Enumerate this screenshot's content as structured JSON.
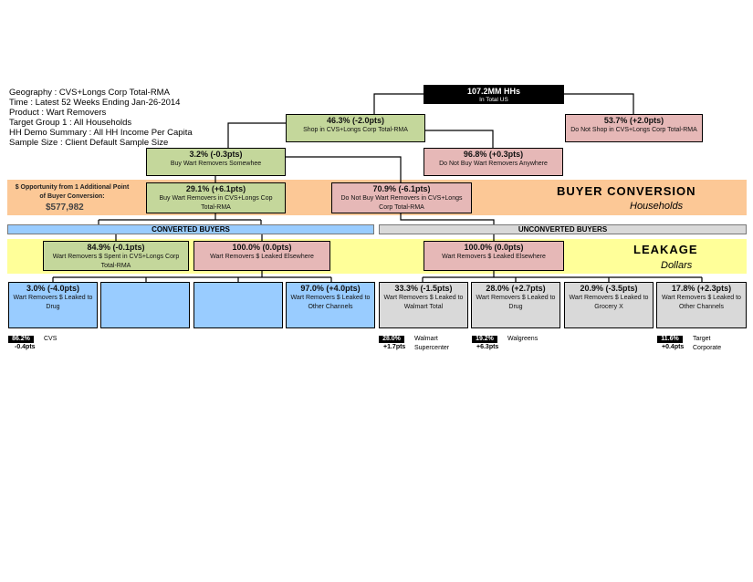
{
  "info": {
    "lines": [
      "Geography : CVS+Longs Corp Total-RMA",
      "Time : Latest 52 Weeks Ending Jan-26-2014",
      "Product : Wart Removers",
      "Target Group 1 : All Households",
      "HH Demo Summary : All HH Income Per Capita",
      "Sample Size : Client Default Sample Size"
    ]
  },
  "tree": {
    "total": {
      "value": "107.2MM HHs",
      "label": "In Total US"
    },
    "shop": {
      "value": "46.3% (-2.0pts)",
      "label": "Shop in CVS+Longs Corp Total-RMA"
    },
    "noshop": {
      "value": "53.7% (+2.0pts)",
      "label": "Do Not Shop in CVS+Longs Corp Total-RMA"
    },
    "buy": {
      "value": "3.2% (-0.3pts)",
      "label": "Buy Wart Removers Somewhee"
    },
    "nobuy": {
      "value": "96.8% (+0.3pts)",
      "label": "Do Not Buy Wart Removers Anywhere"
    },
    "buyret": {
      "value": "29.1% (+6.1pts)",
      "label": "Buy Wart Removers in CVS+Longs Cop Total-RMA"
    },
    "nobuyret": {
      "value": "70.9% (-6.1pts)",
      "label": "Do Not Buy Wart Removers in CVS+Longs Corp Total-RMA"
    }
  },
  "opportunity": {
    "label": "$ Opportunity from 1 Additional Point of Buyer Conversion:",
    "value": "$577,982"
  },
  "buyer_conversion": {
    "title": "BUYER CONVERSION",
    "sub": "Households"
  },
  "leakage": {
    "title": "LEAKAGE",
    "sub": "Dollars"
  },
  "headers": {
    "converted": "CONVERTED BUYERS",
    "unconverted": "UNCONVERTED BUYERS"
  },
  "leak": {
    "spent": {
      "value": "84.9% (-0.1pts)",
      "label": "Wart Removers $ Spent in CVS+Longs Corp Total-RMA"
    },
    "elsewhere_c": {
      "value": "100.0% (0.0pts)",
      "label": "Wart Removers $ Leaked Elsewhere"
    },
    "elsewhere_u": {
      "value": "100.0% (0.0pts)",
      "label": "Wart Removers $ Leaked Elsewhere"
    }
  },
  "channels": [
    {
      "value": "3.0% (-4.0pts)",
      "label": "Wart Removers $ Leaked to Drug"
    },
    {
      "value": "",
      "label": ""
    },
    {
      "value": "",
      "label": ""
    },
    {
      "value": "97.0% (+4.0pts)",
      "label": "Wart Removers $ Leaked to Other Channels"
    },
    {
      "value": "33.3% (-1.5pts)",
      "label": "Wart Removers $ Leaked to Walmart Total"
    },
    {
      "value": "28.0% (+2.7pts)",
      "label": "Wart Removers $ Leaked to Drug"
    },
    {
      "value": "20.9% (-3.5pts)",
      "label": "Wart Removers $ Leaked to Grocery X"
    },
    {
      "value": "17.8% (+2.3pts)",
      "label": "Wart Removers $ Leaked to Other Channels"
    }
  ],
  "retailers": [
    {
      "share": "86.2%",
      "delta": "-0.4pts",
      "name": "CVS"
    },
    {
      "share": "28.0%",
      "delta": "+1.7pts",
      "name": "Walmart Supercenter"
    },
    {
      "share": "19.2%",
      "delta": "+6.3pts",
      "name": "Walgreens"
    },
    {
      "share": "11.6%",
      "delta": "+0.4pts",
      "name": "Target Corporate"
    }
  ]
}
